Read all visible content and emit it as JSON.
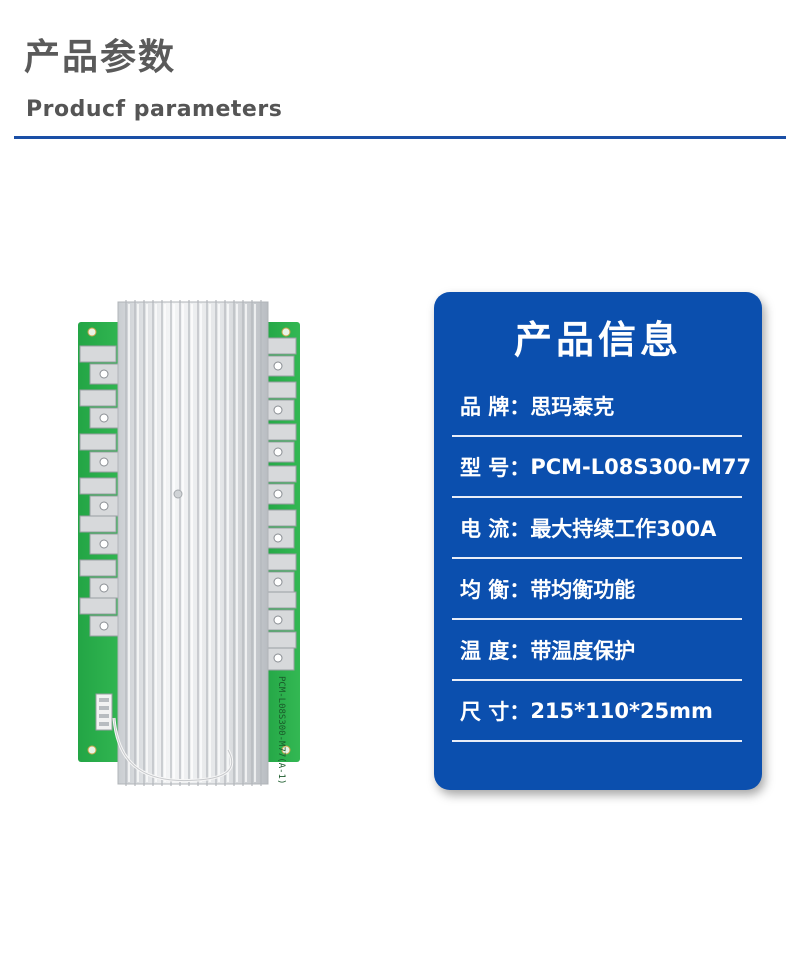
{
  "header": {
    "title_cn": "产品参数",
    "title_en": "Producf  parameters"
  },
  "product": {
    "pcb_text": "PCM-L08S300-M77(A-1)"
  },
  "info_card": {
    "title": "产品信息",
    "rows": [
      {
        "label": "品 牌：",
        "value": "思玛泰克"
      },
      {
        "label": "型  号：",
        "value": "PCM-L08S300-M77"
      },
      {
        "label": "电  流：",
        "value": "最大持续工作300A"
      },
      {
        "label": "均  衡：",
        "value": "带均衡功能"
      },
      {
        "label": "温  度：",
        "value": "带温度保护"
      },
      {
        "label": "尺  寸：",
        "value": "215*110*25mm"
      }
    ]
  },
  "colors": {
    "brand_blue": "#0b4fae",
    "pcb_green": "#2bb24c",
    "heatsink": "#e6e8ea"
  }
}
